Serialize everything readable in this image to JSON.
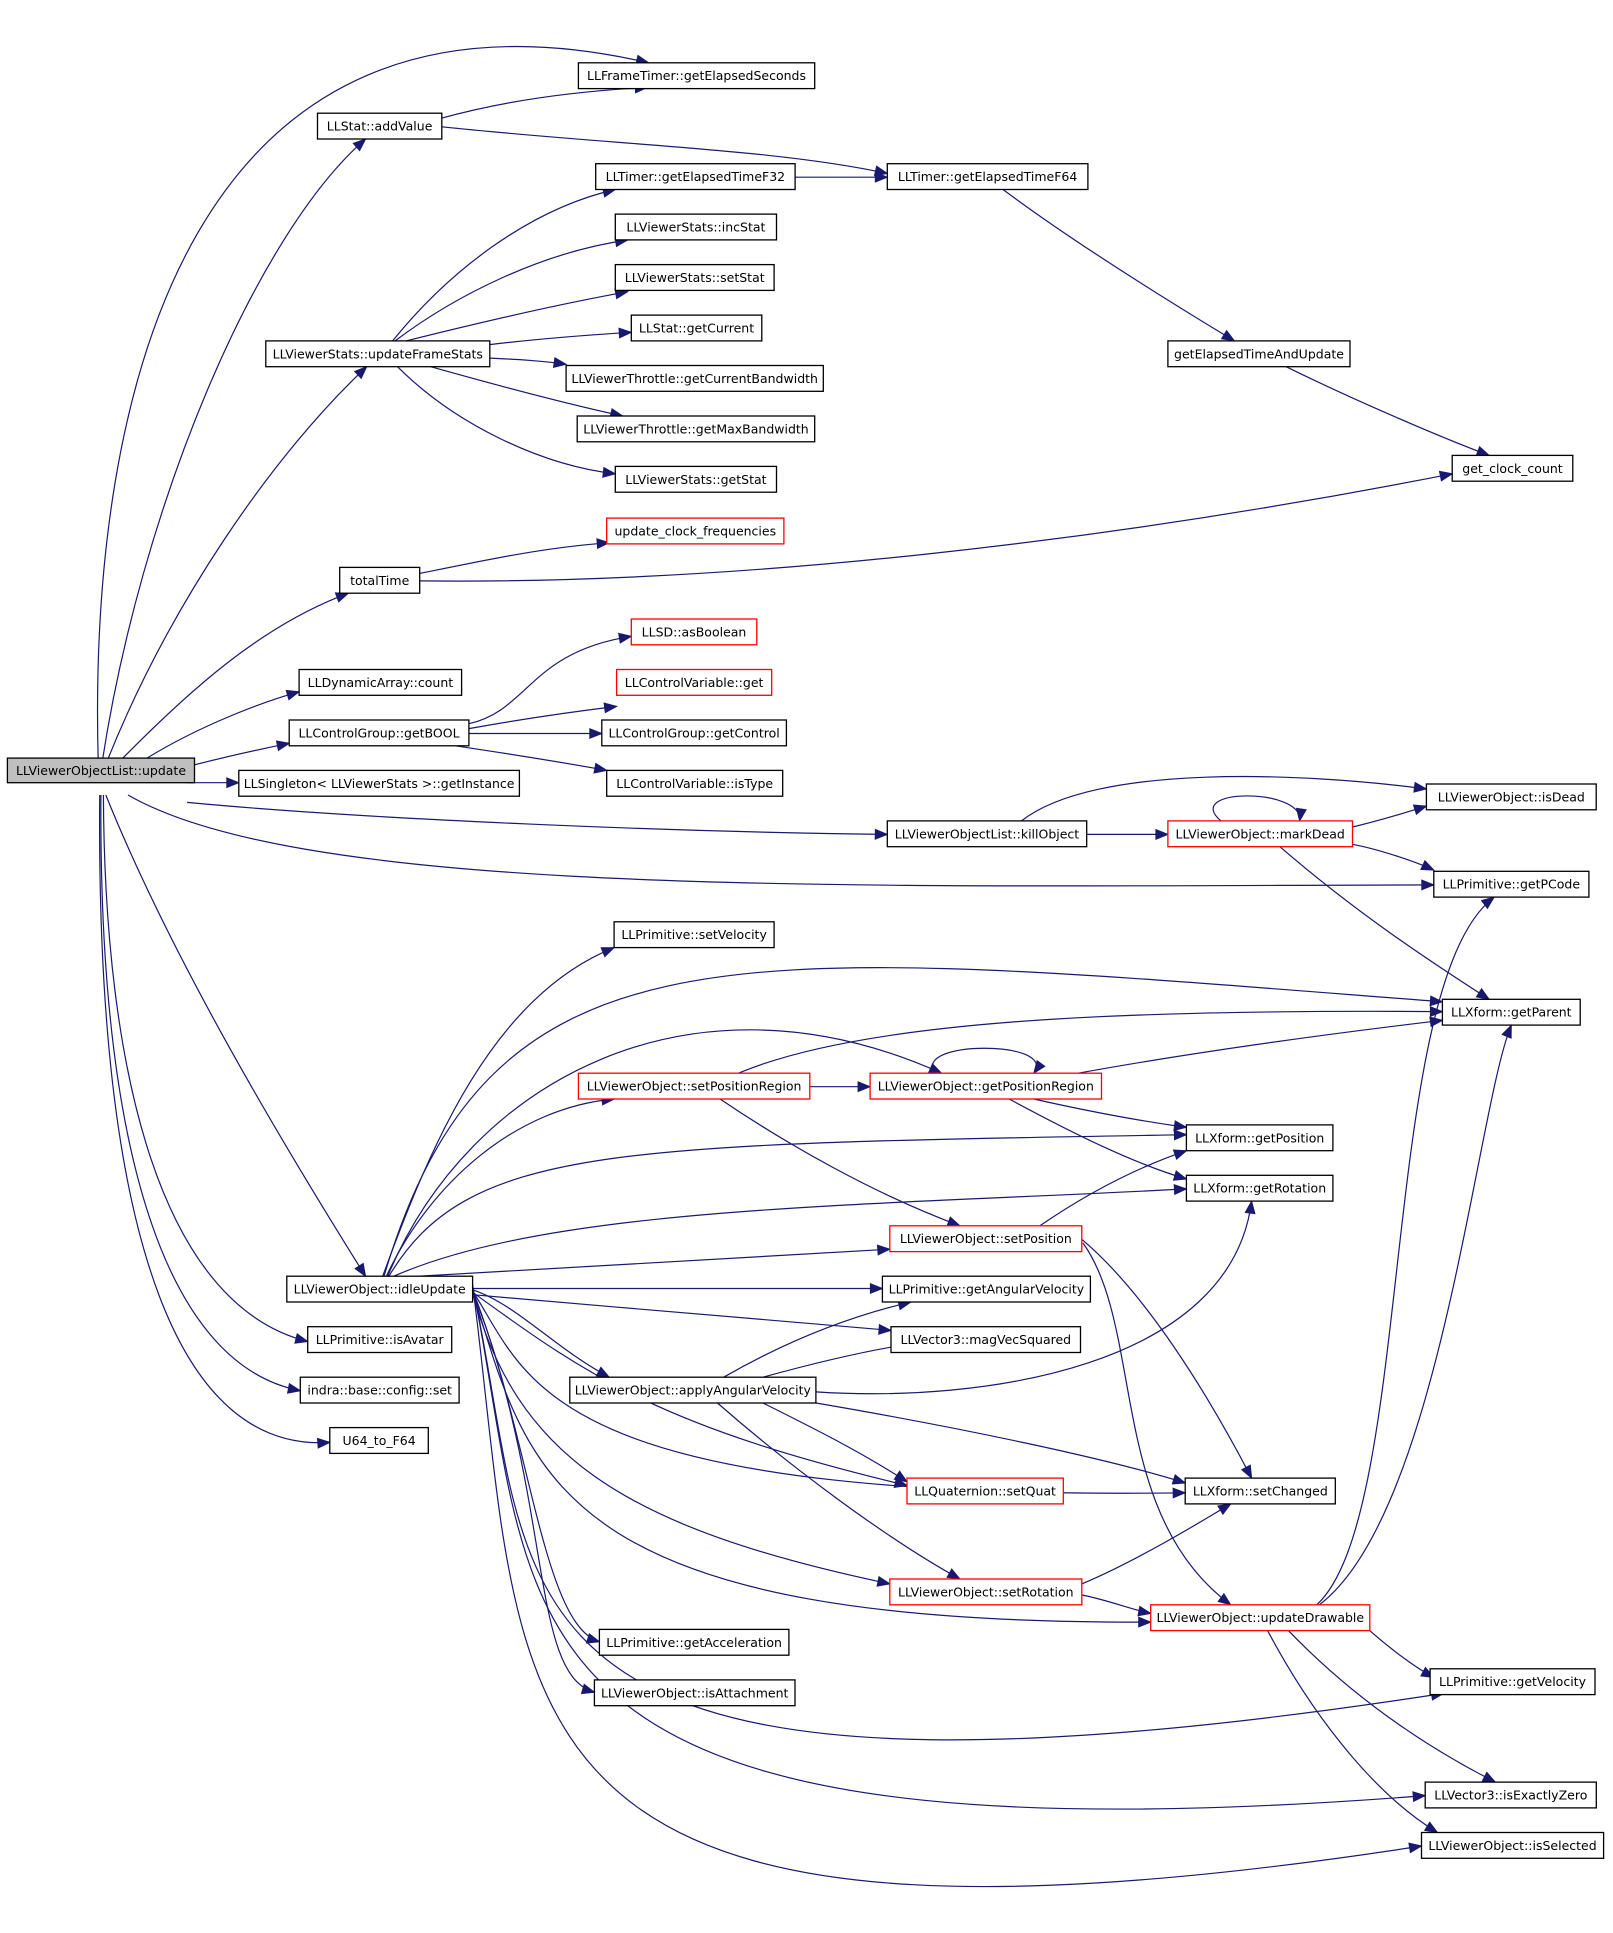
{
  "colors": {
    "edge": "#191970",
    "box_default": "#000000",
    "box_truncated": "#ff0000",
    "root_fill": "#bfbfbf",
    "fill": "#ffffff"
  },
  "nodes": [
    {
      "id": "root",
      "label": "LLViewerObjectList::update",
      "kind": "root"
    },
    {
      "id": "frametimer",
      "label": "LLFrameTimer::getElapsedSeconds",
      "kind": "normal"
    },
    {
      "id": "addvalue",
      "label": "LLStat::addValue",
      "kind": "normal"
    },
    {
      "id": "elapsedf32",
      "label": "LLTimer::getElapsedTimeF32",
      "kind": "normal"
    },
    {
      "id": "elapsedf64",
      "label": "LLTimer::getElapsedTimeF64",
      "kind": "normal"
    },
    {
      "id": "incstat",
      "label": "LLViewerStats::incStat",
      "kind": "normal"
    },
    {
      "id": "setstat",
      "label": "LLViewerStats::setStat",
      "kind": "normal"
    },
    {
      "id": "getcurrent",
      "label": "LLStat::getCurrent",
      "kind": "normal"
    },
    {
      "id": "updateframestats",
      "label": "LLViewerStats::updateFrameStats",
      "kind": "normal"
    },
    {
      "id": "getcurbw",
      "label": "LLViewerThrottle::getCurrentBandwidth",
      "kind": "normal"
    },
    {
      "id": "getelapsedupdate",
      "label": "getElapsedTimeAndUpdate",
      "kind": "normal"
    },
    {
      "id": "getmaxbw",
      "label": "LLViewerThrottle::getMaxBandwidth",
      "kind": "normal"
    },
    {
      "id": "getstat",
      "label": "LLViewerStats::getStat",
      "kind": "normal"
    },
    {
      "id": "clockcount",
      "label": "get_clock_count",
      "kind": "normal"
    },
    {
      "id": "updateclock",
      "label": "update_clock_frequencies",
      "kind": "truncated"
    },
    {
      "id": "totaltime",
      "label": "totalTime",
      "kind": "normal"
    },
    {
      "id": "asboolean",
      "label": "LLSD::asBoolean",
      "kind": "truncated"
    },
    {
      "id": "dyncount",
      "label": "LLDynamicArray::count",
      "kind": "normal"
    },
    {
      "id": "cvget",
      "label": "LLControlVariable::get",
      "kind": "truncated"
    },
    {
      "id": "getbool",
      "label": "LLControlGroup::getBOOL",
      "kind": "normal"
    },
    {
      "id": "getcontrol",
      "label": "LLControlGroup::getControl",
      "kind": "normal"
    },
    {
      "id": "getinstance",
      "label": "LLSingleton< LLViewerStats >::getInstance",
      "kind": "normal"
    },
    {
      "id": "istype",
      "label": "LLControlVariable::isType",
      "kind": "normal"
    },
    {
      "id": "isdead",
      "label": "LLViewerObject::isDead",
      "kind": "normal"
    },
    {
      "id": "killobject",
      "label": "LLViewerObjectList::killObject",
      "kind": "normal"
    },
    {
      "id": "markdead",
      "label": "LLViewerObject::markDead",
      "kind": "truncated"
    },
    {
      "id": "getpcode",
      "label": "LLPrimitive::getPCode",
      "kind": "normal"
    },
    {
      "id": "setvelocity",
      "label": "LLPrimitive::setVelocity",
      "kind": "normal"
    },
    {
      "id": "getparent",
      "label": "LLXform::getParent",
      "kind": "normal"
    },
    {
      "id": "setposregion",
      "label": "LLViewerObject::setPositionRegion",
      "kind": "truncated"
    },
    {
      "id": "getposregion",
      "label": "LLViewerObject::getPositionRegion",
      "kind": "truncated"
    },
    {
      "id": "getposition",
      "label": "LLXform::getPosition",
      "kind": "normal"
    },
    {
      "id": "getrotation",
      "label": "LLXform::getRotation",
      "kind": "normal"
    },
    {
      "id": "setposition",
      "label": "LLViewerObject::setPosition",
      "kind": "truncated"
    },
    {
      "id": "idleupdate",
      "label": "LLViewerObject::idleUpdate",
      "kind": "normal"
    },
    {
      "id": "getangvel",
      "label": "LLPrimitive::getAngularVelocity",
      "kind": "normal"
    },
    {
      "id": "isavatar",
      "label": "LLPrimitive::isAvatar",
      "kind": "normal"
    },
    {
      "id": "magvec",
      "label": "LLVector3::magVecSquared",
      "kind": "normal"
    },
    {
      "id": "configset",
      "label": "indra::base::config::set",
      "kind": "normal"
    },
    {
      "id": "applyangvel",
      "label": "LLViewerObject::applyAngularVelocity",
      "kind": "normal"
    },
    {
      "id": "u64tof64",
      "label": "U64_to_F64",
      "kind": "normal"
    },
    {
      "id": "setquat",
      "label": "LLQuaternion::setQuat",
      "kind": "truncated"
    },
    {
      "id": "setchanged",
      "label": "LLXform::setChanged",
      "kind": "normal"
    },
    {
      "id": "setrotation",
      "label": "LLViewerObject::setRotation",
      "kind": "truncated"
    },
    {
      "id": "updatedrawable",
      "label": "LLViewerObject::updateDrawable",
      "kind": "truncated"
    },
    {
      "id": "getaccel",
      "label": "LLPrimitive::getAcceleration",
      "kind": "normal"
    },
    {
      "id": "getvelocity",
      "label": "LLPrimitive::getVelocity",
      "kind": "normal"
    },
    {
      "id": "isattachment",
      "label": "LLViewerObject::isAttachment",
      "kind": "normal"
    },
    {
      "id": "isexactlyzero",
      "label": "LLVector3::isExactlyZero",
      "kind": "normal"
    },
    {
      "id": "isselected",
      "label": "LLViewerObject::isSelected",
      "kind": "normal"
    }
  ],
  "edges": [
    [
      "root",
      "frametimer"
    ],
    [
      "root",
      "addvalue"
    ],
    [
      "root",
      "updateframestats"
    ],
    [
      "root",
      "totaltime"
    ],
    [
      "root",
      "dyncount"
    ],
    [
      "root",
      "getbool"
    ],
    [
      "root",
      "getinstance"
    ],
    [
      "root",
      "killobject"
    ],
    [
      "root",
      "getpcode"
    ],
    [
      "root",
      "idleupdate"
    ],
    [
      "root",
      "isavatar"
    ],
    [
      "root",
      "configset"
    ],
    [
      "root",
      "u64tof64"
    ],
    [
      "addvalue",
      "frametimer"
    ],
    [
      "addvalue",
      "elapsedf64"
    ],
    [
      "elapsedf32",
      "elapsedf64"
    ],
    [
      "elapsedf64",
      "getelapsedupdate"
    ],
    [
      "getelapsedupdate",
      "clockcount"
    ],
    [
      "updateframestats",
      "elapsedf32"
    ],
    [
      "updateframestats",
      "incstat"
    ],
    [
      "updateframestats",
      "setstat"
    ],
    [
      "updateframestats",
      "getcurrent"
    ],
    [
      "updateframestats",
      "getcurbw"
    ],
    [
      "updateframestats",
      "getmaxbw"
    ],
    [
      "updateframestats",
      "getstat"
    ],
    [
      "totaltime",
      "updateclock"
    ],
    [
      "totaltime",
      "clockcount"
    ],
    [
      "getbool",
      "asboolean"
    ],
    [
      "getbool",
      "cvget"
    ],
    [
      "getbool",
      "getcontrol"
    ],
    [
      "getbool",
      "istype"
    ],
    [
      "killobject",
      "isdead"
    ],
    [
      "killobject",
      "markdead"
    ],
    [
      "markdead",
      "markdead"
    ],
    [
      "markdead",
      "isdead"
    ],
    [
      "markdead",
      "getpcode"
    ],
    [
      "markdead",
      "getparent"
    ],
    [
      "idleupdate",
      "setvelocity"
    ],
    [
      "idleupdate",
      "getparent"
    ],
    [
      "idleupdate",
      "setposregion"
    ],
    [
      "idleupdate",
      "getposregion"
    ],
    [
      "idleupdate",
      "getposition"
    ],
    [
      "idleupdate",
      "getrotation"
    ],
    [
      "idleupdate",
      "setposition"
    ],
    [
      "idleupdate",
      "getangvel"
    ],
    [
      "idleupdate",
      "magvec"
    ],
    [
      "idleupdate",
      "applyangvel"
    ],
    [
      "idleupdate",
      "setquat"
    ],
    [
      "idleupdate",
      "setchanged"
    ],
    [
      "idleupdate",
      "setrotation"
    ],
    [
      "idleupdate",
      "updatedrawable"
    ],
    [
      "idleupdate",
      "getaccel"
    ],
    [
      "idleupdate",
      "isattachment"
    ],
    [
      "idleupdate",
      "getvelocity"
    ],
    [
      "idleupdate",
      "isexactlyzero"
    ],
    [
      "idleupdate",
      "isselected"
    ],
    [
      "setposregion",
      "getposregion"
    ],
    [
      "setposregion",
      "getparent"
    ],
    [
      "setposregion",
      "setposition"
    ],
    [
      "getposregion",
      "getposregion"
    ],
    [
      "getposregion",
      "getparent"
    ],
    [
      "getposregion",
      "getposition"
    ],
    [
      "getposregion",
      "getrotation"
    ],
    [
      "setposition",
      "getposition"
    ],
    [
      "setposition",
      "setchanged"
    ],
    [
      "setposition",
      "updatedrawable"
    ],
    [
      "applyangvel",
      "getangvel"
    ],
    [
      "applyangvel",
      "magvec"
    ],
    [
      "applyangvel",
      "getrotation"
    ],
    [
      "applyangvel",
      "setquat"
    ],
    [
      "applyangvel",
      "setchanged"
    ],
    [
      "applyangvel",
      "setrotation"
    ],
    [
      "setrotation",
      "setchanged"
    ],
    [
      "setrotation",
      "updatedrawable"
    ],
    [
      "updatedrawable",
      "getpcode"
    ],
    [
      "updatedrawable",
      "getparent"
    ],
    [
      "updatedrawable",
      "getvelocity"
    ],
    [
      "updatedrawable",
      "isexactlyzero"
    ],
    [
      "updatedrawable",
      "isselected"
    ]
  ]
}
